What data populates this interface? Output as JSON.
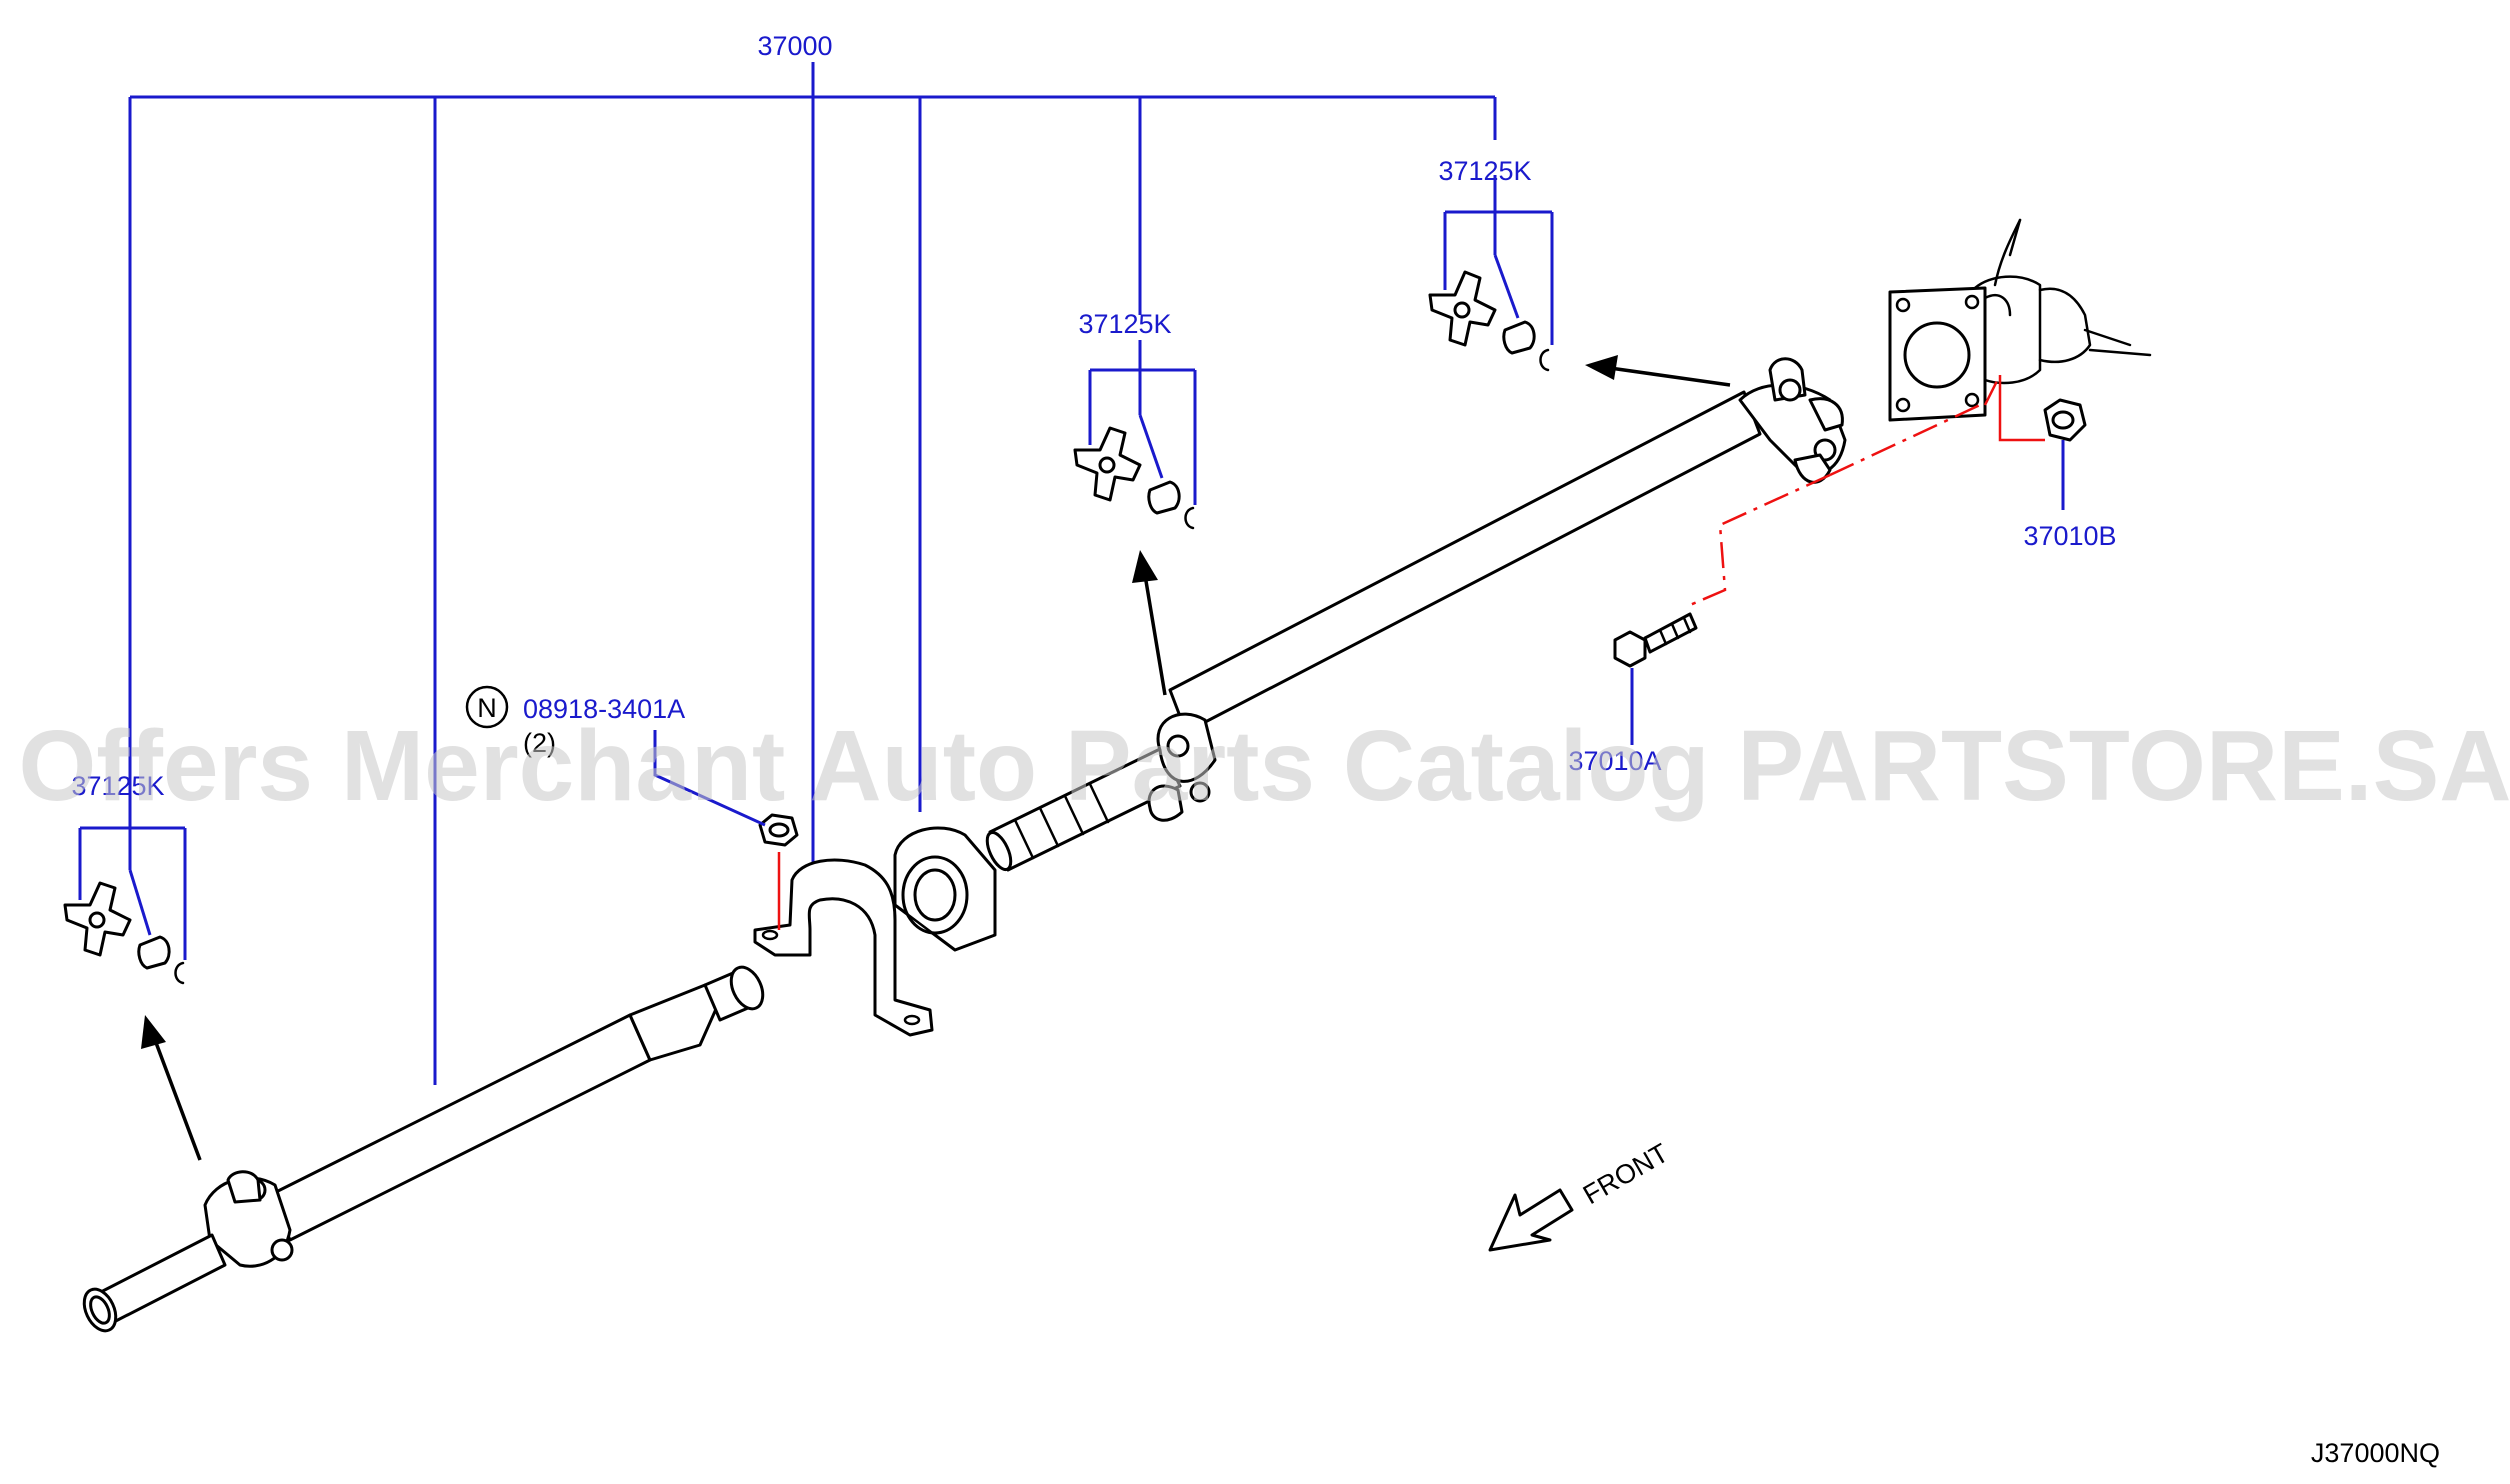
{
  "callouts": {
    "assembly": "37000",
    "joint_left": "37125K",
    "joint_center": "37125K",
    "joint_right": "37125K",
    "nut_part": "08918-3401A",
    "nut_qty": "(2)",
    "nut_marker": "N",
    "flange_nut": "37010B",
    "bolt": "37010A"
  },
  "direction_label": "FRONT",
  "diagram_code": "J37000NQ",
  "watermark": "Offers Merchant Auto Parts Catalog PARTSTORE.SA",
  "colors": {
    "callout": "#1a1acc",
    "leader_red": "#ee1111",
    "linework": "#000000",
    "watermark": "#c9c9c9"
  }
}
